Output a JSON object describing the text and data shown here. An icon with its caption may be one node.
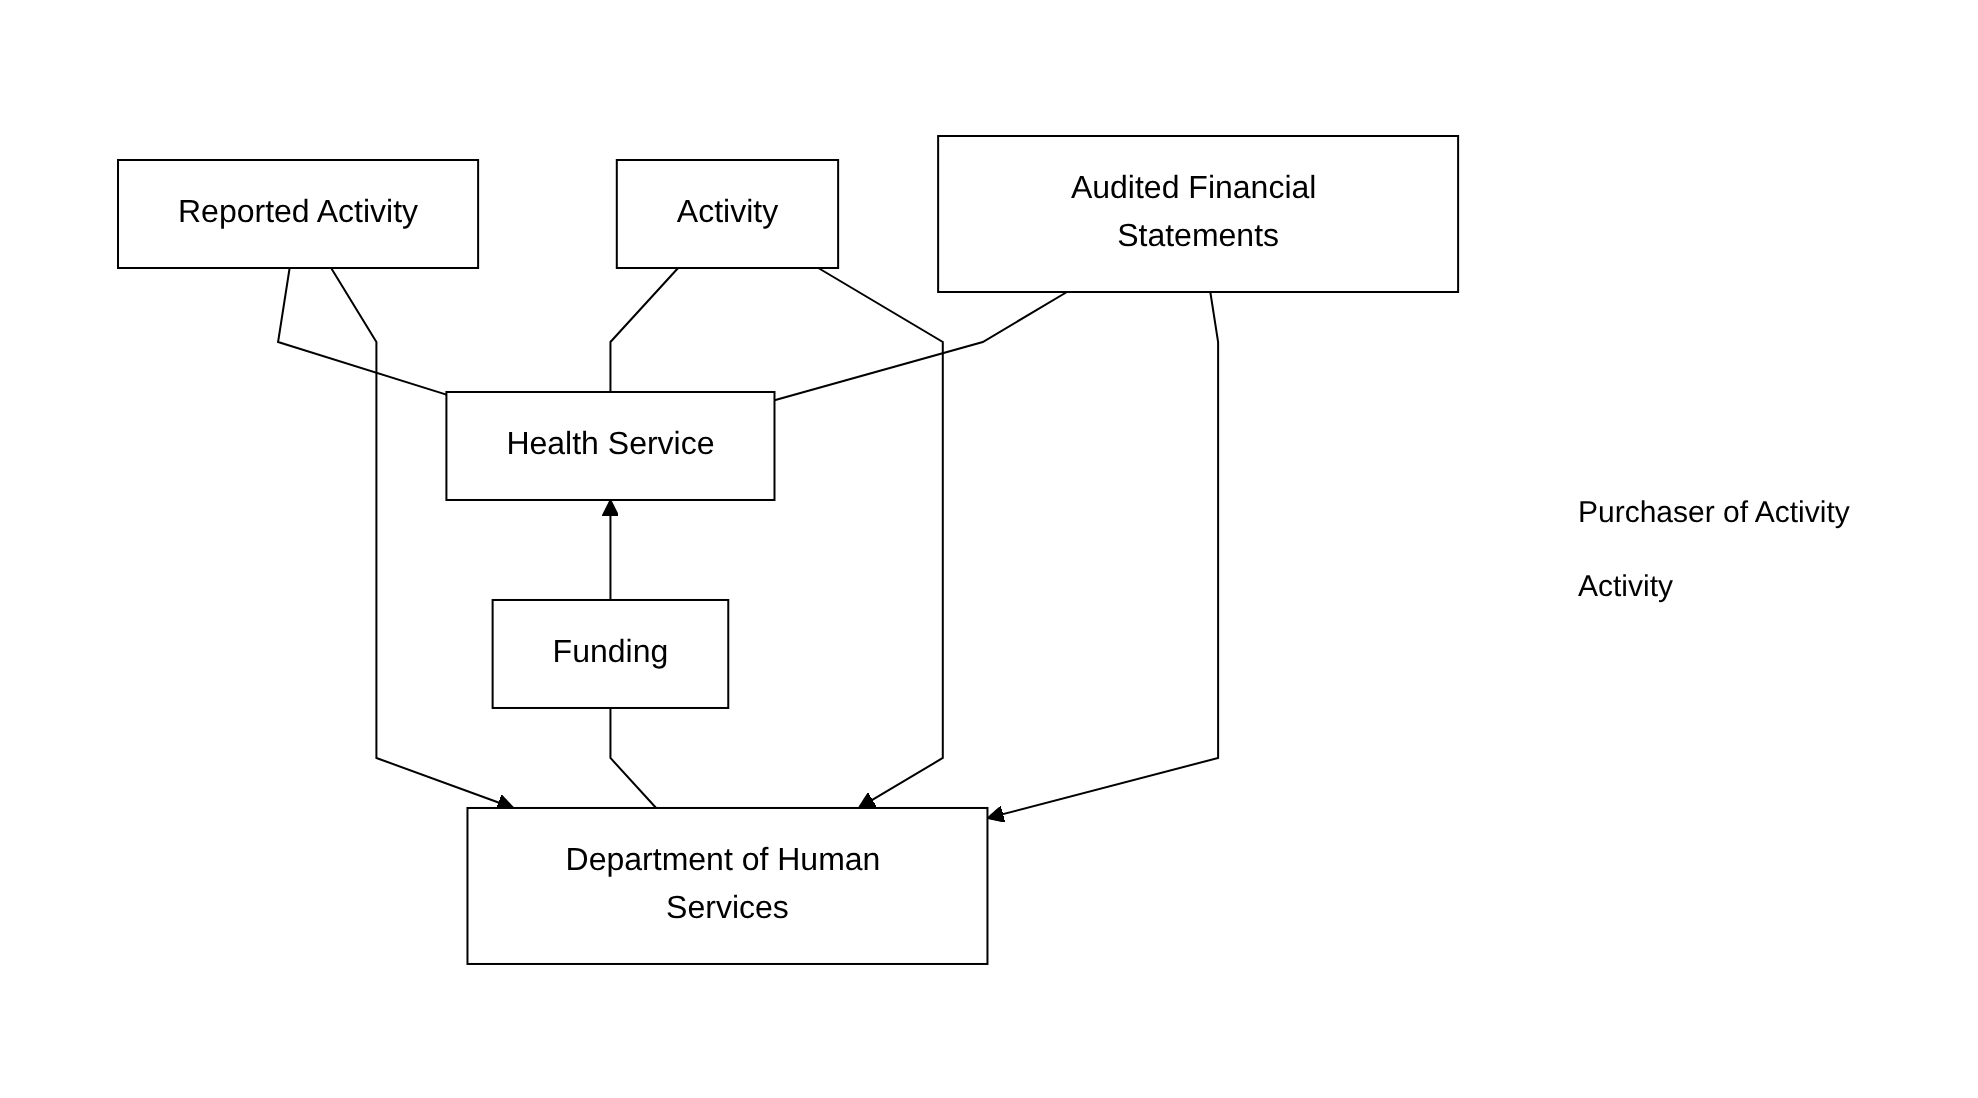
{
  "diagram": {
    "nodes": [
      {
        "text": [
          "Department of Human Services"
        ]
      },
      {
        "text": [
          "Reported Activity"
        ]
      },
      {
        "text": [
          "Activity"
        ]
      },
      {
        "text": [
          "Funding"
        ]
      },
      {
        "text": [
          "Audited Financial Statements"
        ]
      },
      {
        "text": [
          "Health Service"
        ]
      }
    ],
    "edges": [
      {
        "from": 1,
        "to": 0,
        "arrow": "to"
      },
      {
        "from": 5,
        "to": 1,
        "arrow": "none"
      },
      {
        "from": 2,
        "to": 0,
        "arrow": "to"
      },
      {
        "from": 5,
        "to": 2,
        "arrow": "none"
      },
      {
        "from": 0,
        "to": 3,
        "arrow": "none"
      },
      {
        "from": 3,
        "to": 5,
        "arrow": "to"
      },
      {
        "from": 4,
        "to": 0,
        "arrow": "to"
      },
      {
        "from": 5,
        "to": 4,
        "arrow": "none"
      }
    ],
    "labels": [
      "Purchaser of Activity",
      "Activity"
    ]
  }
}
